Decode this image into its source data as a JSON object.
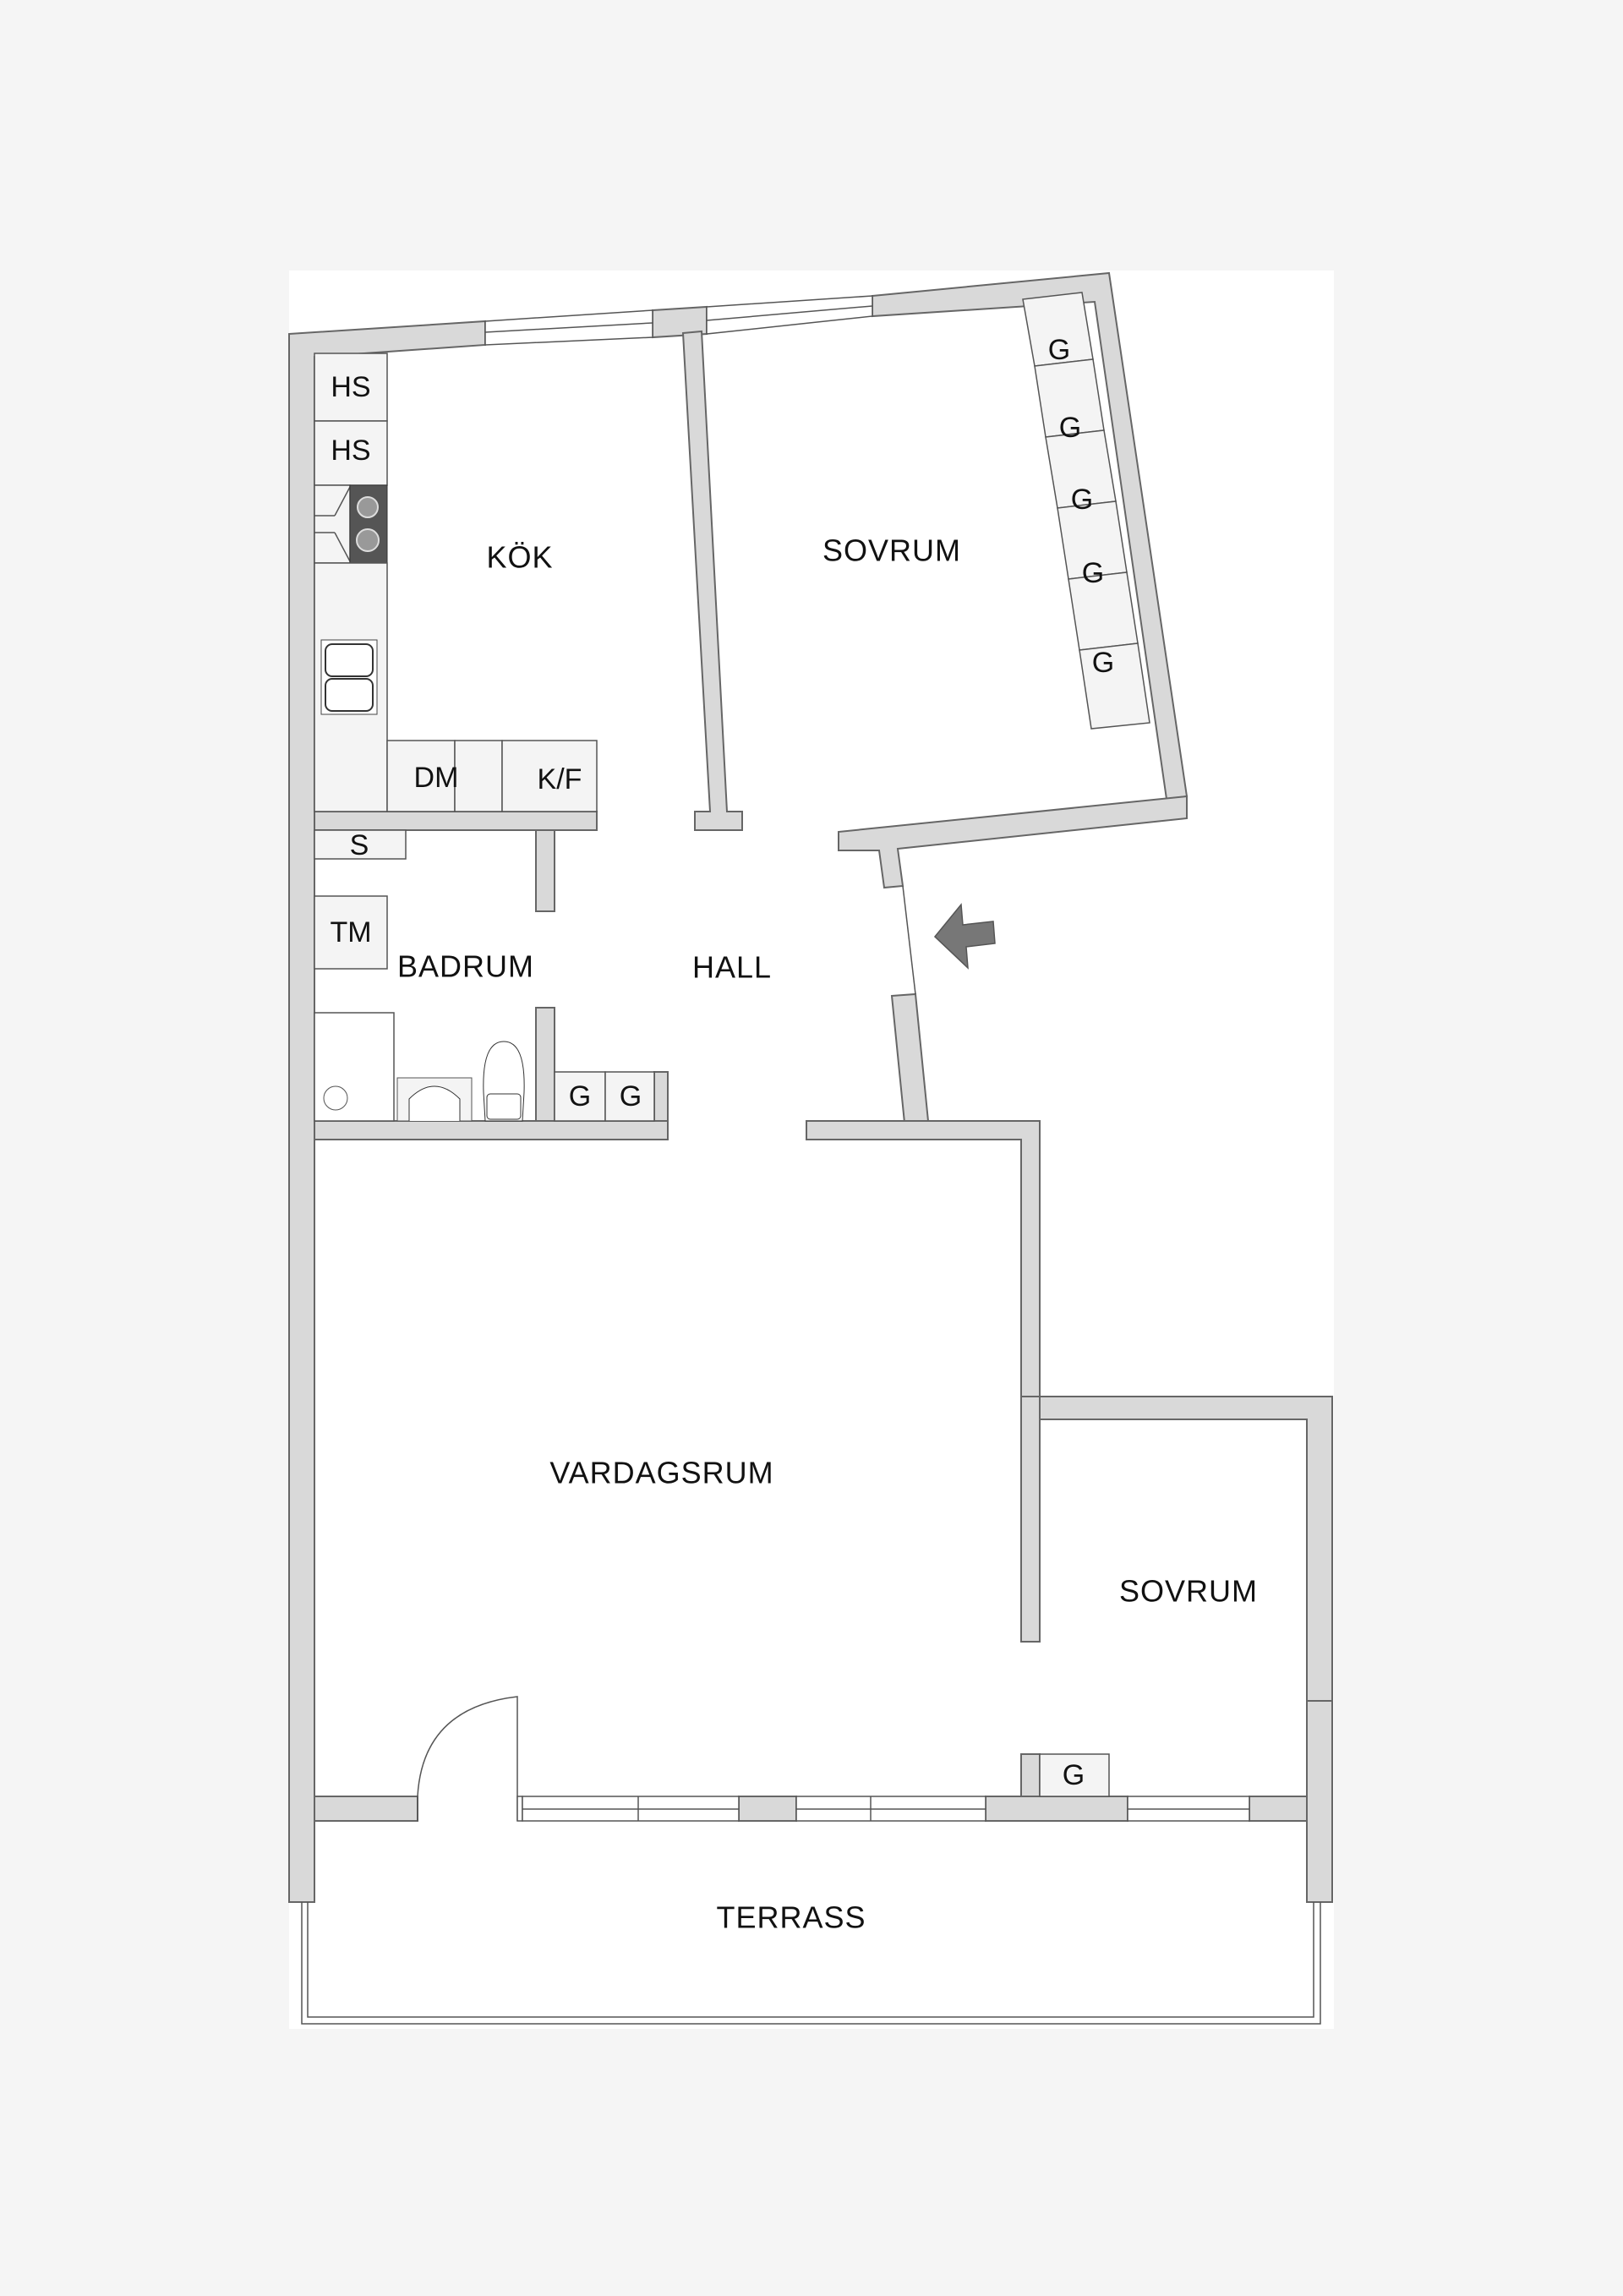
{
  "floorplan": {
    "colors": {
      "background": "#f5f5f5",
      "paper": "#ffffff",
      "wall": "#d9d9d9",
      "wall_stroke": "#666666",
      "unit_fill": "#f4f4f4",
      "stove": "#555555",
      "entrance_arrow": "#777777"
    },
    "rooms": {
      "kok": "KÖK",
      "sovrum_1": "SOVRUM",
      "badrum": "BADRUM",
      "hall": "HALL",
      "vardagsrum": "VARDAGSRUM",
      "sovrum_2": "SOVRUM",
      "terrass": "TERRASS"
    },
    "kitchen_units": {
      "hs_1": "HS",
      "hs_2": "HS",
      "dm": "DM",
      "kf": "K/F"
    },
    "bathroom_units": {
      "s": "S",
      "tm": "TM"
    },
    "wardrobes": {
      "sovrum_1": [
        "G",
        "G",
        "G",
        "G",
        "G"
      ],
      "hall": [
        "G",
        "G"
      ],
      "sovrum_2": [
        "G"
      ]
    },
    "entrance": "entrance-arrow"
  }
}
